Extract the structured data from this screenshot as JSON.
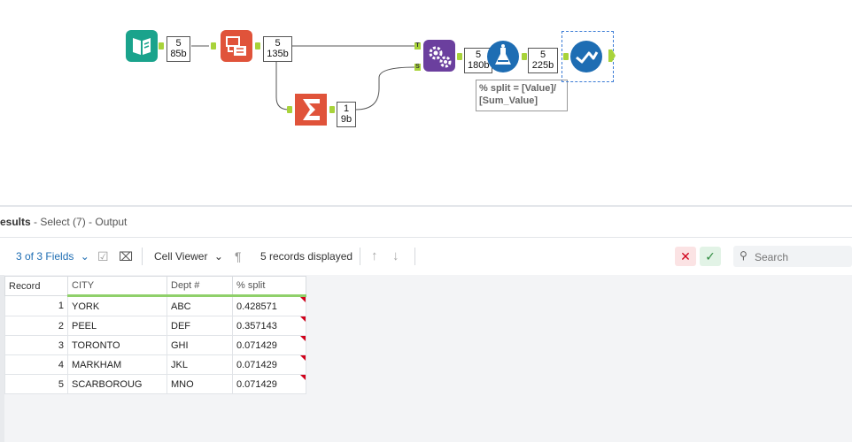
{
  "canvas": {
    "badges": {
      "input": [
        "5",
        "85b"
      ],
      "select": [
        "5",
        "135b"
      ],
      "summarize": [
        "1",
        "9b"
      ],
      "append": [
        "5",
        "180b"
      ],
      "formula": [
        "5",
        "225b"
      ]
    },
    "anchors": {
      "append_top": "T",
      "append_bottom": "S"
    },
    "annotation": "% split = [Value]/\n[Sum_Value]"
  },
  "results": {
    "title": "esults",
    "subtitle": " - Select (7) - Output"
  },
  "toolbar": {
    "fields_label": "3 of 3 Fields",
    "cell_viewer_label": "Cell Viewer",
    "records_label": "5 records displayed",
    "search_placeholder": "Search"
  },
  "colors": {
    "input_tool": "#1aa38c",
    "select_tool": "#e0533a",
    "summarize_tool": "#e0533a",
    "append_tool": "#6b3f9e",
    "formula_tool": "#1e6db3",
    "browse_tool": "#1e6db3",
    "anchor": "#a8d33a"
  },
  "table": {
    "headers": [
      "Record",
      "CITY",
      "Dept #",
      "% split"
    ],
    "rows": [
      [
        "1",
        "YORK",
        "ABC",
        "0.428571"
      ],
      [
        "2",
        "PEEL",
        "DEF",
        "0.357143"
      ],
      [
        "3",
        "TORONTO",
        "GHI",
        "0.071429"
      ],
      [
        "4",
        "MARKHAM",
        "JKL",
        "0.071429"
      ],
      [
        "5",
        "SCARBOROUG",
        "MNO",
        "0.071429"
      ]
    ]
  }
}
